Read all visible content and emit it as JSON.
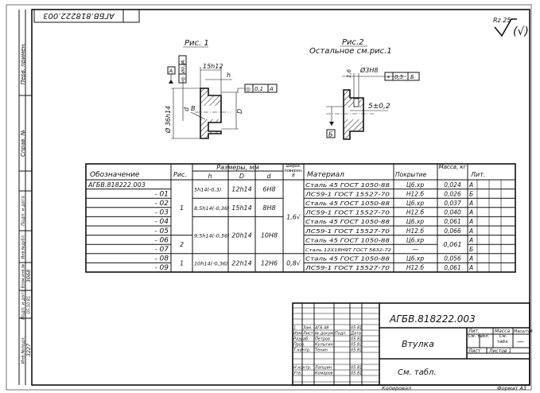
{
  "stamp_top": "АГБВ.818222.003",
  "margin_labels": {
    "perv_primen": "Перв. примен.",
    "sprav_no": "Справ. №",
    "inv_podl": "Инв.№подл.",
    "podp_data": "Подп. и дата",
    "vzam_inv": "Взам.инв.№",
    "inv_dubl": "Инв.№дубл.",
    "podp_data2": "Подп. и дата",
    "inv_podl_value": "3227",
    "podp_value": "05.10.81",
    "vzam_value": "3068"
  },
  "roughness": {
    "label": "Rz 25",
    "suffix": "(√)"
  },
  "fig1": {
    "title": "Рис. 1",
    "dim_width": "15h12",
    "dim_h": "h",
    "dim_outer": "Ø 36h14",
    "dim_d": "d",
    "dim_D": "D",
    "surface": "В",
    "datum": "А",
    "tol1": [
      "◎",
      "Ø0,2",
      "А"
    ],
    "tol2": [
      "◎",
      "0,1",
      "А"
    ]
  },
  "fig2": {
    "title": "Рис.2",
    "subtitle": "Остальное  см.рис.1",
    "rough": "1,6",
    "hole": "Ø3H8",
    "tol": [
      "⌖",
      "0,5",
      "Б"
    ],
    "dim": "5±0,2",
    "datum": "Б"
  },
  "table": {
    "headers": {
      "designation": "Обозначение",
      "fig": "Рис.",
      "sizes": "Размеры, мм",
      "h": "h",
      "D": "D",
      "d": "d",
      "rough": "Шерох. поверхн. В",
      "material": "Материал",
      "coating": "Покрытие",
      "mass": "Масса, кг",
      "lit": "Лит."
    },
    "rows": [
      {
        "designation": "АГБВ.818222.003",
        "material": "Сталь 45 ГОСТ 1050-88",
        "coating": "Ц6.хр",
        "mass": "0,024",
        "lit": "А"
      },
      {
        "designation": "- 01",
        "material": "ЛС59-1 ГОСТ 15527-70",
        "coating": "Н12.б",
        "mass": "0,026",
        "lit": "Б"
      },
      {
        "designation": "- 02",
        "material": "Сталь 45 ГОСТ 1050-88",
        "coating": "Ц6.хр",
        "mass": "0,037",
        "lit": "А"
      },
      {
        "designation": "- 03",
        "material": "ЛС59-1 ГОСТ 15527-70",
        "coating": "Н12.б",
        "mass": "0,040",
        "lit": "А"
      },
      {
        "designation": "- 04",
        "material": "Сталь 45 ГОСТ 1050-88",
        "coating": "Ц6.хр",
        "mass": "0,061",
        "lit": "А"
      },
      {
        "designation": "- 05",
        "material": "ЛС59-1 ГОСТ 15527-70",
        "coating": "Н12.б",
        "mass": "0,066",
        "lit": "А"
      },
      {
        "designation": "- 06",
        "material": "Сталь 45 ГОСТ 1050-88",
        "coating": "Ц6.хр",
        "mass": "",
        "lit": "А"
      },
      {
        "designation": "- 07",
        "material": "Сталь 12Х18Н9Т ГОСТ 5632-72",
        "coating": "—",
        "mass": "",
        "lit": "Б"
      },
      {
        "designation": "- 08",
        "material": "Сталь 45 ГОСТ 1050-88",
        "coating": "Ц6.хр",
        "mass": "0,056",
        "lit": "А"
      },
      {
        "designation": "- 09",
        "material": "ЛС59-1 ГОСТ 15527-70",
        "coating": "Н12.б",
        "mass": "0,061",
        "lit": "А"
      }
    ],
    "merged": {
      "fig": [
        {
          "from": 0,
          "to": 5,
          "text": "1"
        },
        {
          "from": 6,
          "to": 7,
          "text": "2"
        },
        {
          "from": 8,
          "to": 9,
          "text": "1"
        }
      ],
      "h": [
        {
          "from": 0,
          "to": 1,
          "text": "5h14(-0,3)"
        },
        {
          "from": 2,
          "to": 3,
          "text": "8,5h14(-0,36)"
        },
        {
          "from": 4,
          "to": 7,
          "text": "9,5h14(-0,36)"
        },
        {
          "from": 8,
          "to": 9,
          "text": "10h14(-0,36)"
        }
      ],
      "D": [
        {
          "from": 0,
          "to": 1,
          "text": "12h14"
        },
        {
          "from": 2,
          "to": 3,
          "text": "15h14"
        },
        {
          "from": 4,
          "to": 7,
          "text": "20h14"
        },
        {
          "from": 8,
          "to": 9,
          "text": "22h14"
        }
      ],
      "d": [
        {
          "from": 0,
          "to": 1,
          "text": "6H8"
        },
        {
          "from": 2,
          "to": 3,
          "text": "8H8"
        },
        {
          "from": 4,
          "to": 7,
          "text": "10H8"
        },
        {
          "from": 8,
          "to": 9,
          "text": "12H6"
        }
      ],
      "rough": [
        {
          "from": 0,
          "to": 7,
          "text": "1,6√"
        },
        {
          "from": 8,
          "to": 9,
          "text": "0,8√"
        }
      ],
      "mass": [
        {
          "from": 6,
          "to": 7,
          "text": "0,061"
        }
      ]
    }
  },
  "title_block": {
    "designation": "АГБВ.818222.003",
    "name": "Втулка",
    "material": "См. табл.",
    "lit_header": "Лит.",
    "mass_header": "Масса",
    "scale_header": "Масштаб",
    "lit_value": "См. табл.",
    "mass_value": "См. табл.",
    "scale_value": "—",
    "sheet": "Лист",
    "sheets": "Листов 1",
    "copied": "Копировал",
    "format": "Формат А3",
    "rev_rows": [
      [
        "1",
        "Зам.",
        "АГБ.48",
        "",
        "05.81"
      ],
      [
        "Изм.",
        "Лист",
        "№ докум.",
        "Подп.",
        "Дата"
      ],
      [
        "Разраб.",
        "Петров",
        "",
        "05.81"
      ],
      [
        "Пров.",
        "Кулыгин",
        "",
        "05.81"
      ],
      [
        "Т.контр.",
        "Тенин",
        "",
        "05.81"
      ],
      [
        "Н.контр.",
        "Лапшин",
        "",
        "05.81"
      ],
      [
        "Утв.",
        "Комаров",
        "",
        "05.81"
      ]
    ]
  }
}
